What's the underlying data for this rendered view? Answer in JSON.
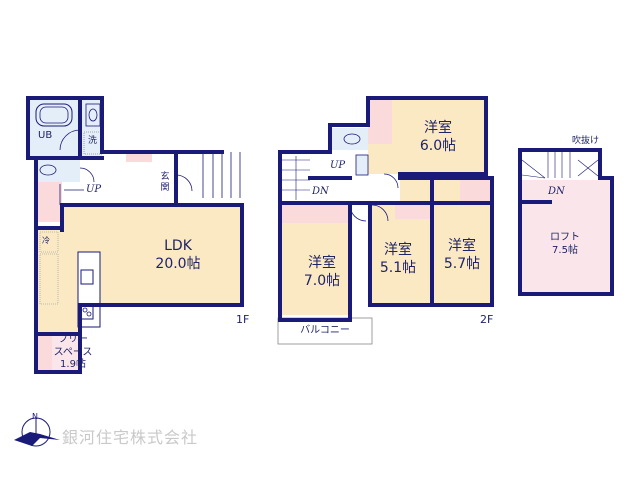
{
  "colors": {
    "wall": "#1a1a78",
    "room_fill": "#fae9c2",
    "wet_fill": "#e4eef8",
    "storage_fill": "#fadada",
    "loft_fill": "#fae6ea",
    "text": "#1f2368"
  },
  "floor1": {
    "label": "1F",
    "rooms": {
      "ldk": {
        "name": "LDK",
        "size": "20.0帖"
      },
      "ub": {
        "name": "UB"
      },
      "washroom": {
        "name": "洗"
      },
      "entrance": {
        "name": "玄関"
      },
      "fridge": {
        "name": "冷"
      },
      "free_space": {
        "name": "フリースペース",
        "line1": "フリー",
        "line2": "スペース",
        "size": "1.9帖"
      }
    },
    "stairs_label": "UP"
  },
  "floor2": {
    "label": "2F",
    "rooms": {
      "room_a": {
        "name": "洋室",
        "size": "6.0帖"
      },
      "room_b": {
        "name": "洋室",
        "size": "7.0帖"
      },
      "room_c": {
        "name": "洋室",
        "size": "5.1帖"
      },
      "room_d": {
        "name": "洋室",
        "size": "5.7帖"
      },
      "balcony": {
        "name": "バルコニー"
      }
    },
    "stairs_up": "UP",
    "stairs_down": "DN"
  },
  "loft": {
    "name": "ロフト",
    "size": "7.5帖",
    "void_label": "吹抜け",
    "stairs_down": "DN"
  },
  "footer": {
    "compass": "N",
    "company": "銀河住宅株式会社"
  }
}
